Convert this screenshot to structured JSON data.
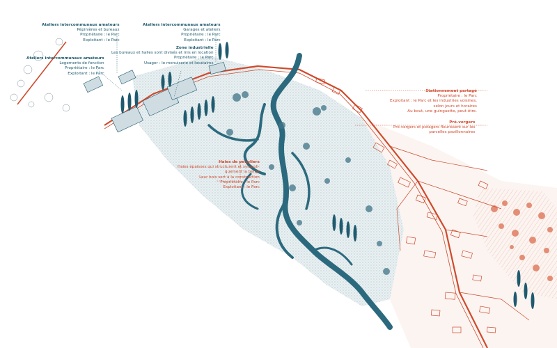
{
  "colors": {
    "ink_blue": "#1f5a6e",
    "river": "#2b6a7e",
    "wash": "#e4ecef",
    "ink_red": "#cf4a2c"
  },
  "annotations": [
    {
      "id": "ateliers-1",
      "color": "blue",
      "title": "Ateliers intercommunaux amateurs",
      "lines": [
        "Pépinières et bureaux",
        "Propriétaire : le Parc",
        "Exploitant : le Parc"
      ]
    },
    {
      "id": "ateliers-2",
      "color": "blue",
      "title": "Ateliers intercommunaux amateurs",
      "lines": [
        "Garages et ateliers",
        "Propriétaire : le Parc",
        "Exploitant : le Parc"
      ]
    },
    {
      "id": "ateliers-3",
      "color": "blue",
      "title": "Ateliers intercommunaux amateurs",
      "lines": [
        "Logements de fonction",
        "Propriétaire : le Parc",
        "Exploitant : le Parc"
      ]
    },
    {
      "id": "zone-industrielle",
      "color": "blue",
      "title": "Zone industrielle",
      "lines": [
        "Les bureaux et halles sont divisés et mis en location",
        "Propriétaire : le Parc",
        "Usager : le menuiserie et locataires"
      ]
    },
    {
      "id": "haies",
      "color": "red",
      "title": "Haies de peupliers",
      "lines": [
        "Haies épaisses qui structurent et symboli-",
        "quement la berge",
        "Leur bois sert à la construction",
        "Propriétaire : le Parc",
        "Exploitant : le Parc"
      ]
    },
    {
      "id": "stationnement",
      "color": "red",
      "title": "Stationnement partagé",
      "lines": [
        "Propriétaire : le Parc",
        "Exploitant : le Parc et les industries voisines,",
        "selon jours et horaires",
        "Au bout, une guinguette, peut-être."
      ]
    },
    {
      "id": "pre-vergers",
      "color": "red",
      "title": "Pré-vergers",
      "lines": [
        "Pré-vergers et potagers fleurissent sur les",
        "parcelles pavillonnaires"
      ]
    }
  ]
}
